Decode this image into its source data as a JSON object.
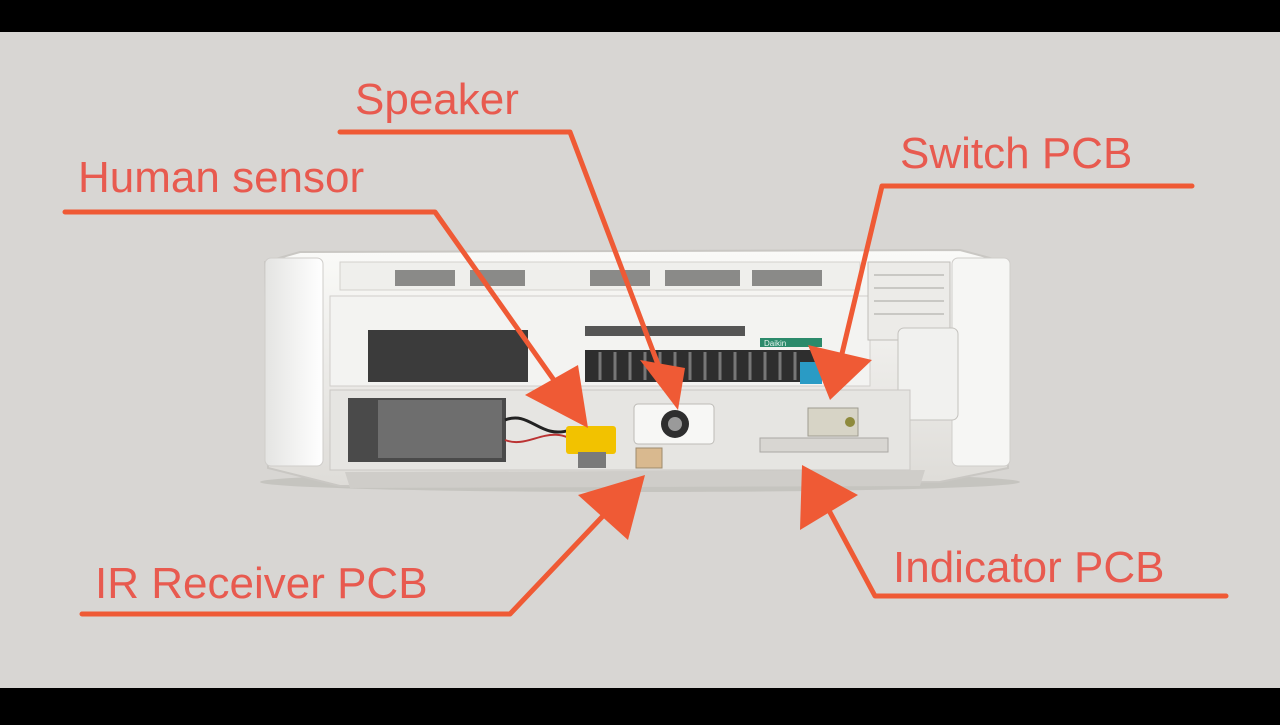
{
  "labels": {
    "speaker": "Speaker",
    "human_sensor": "Human sensor",
    "switch_pcb": "Switch PCB",
    "ir_receiver_pcb": "IR Receiver PCB",
    "indicator_pcb": "Indicator PCB"
  },
  "colors": {
    "frame": "#000000",
    "background": "#d8d6d3",
    "label_text": "#e85a4f",
    "callout": "#ef5a35",
    "unit_body": "#f2f2f0"
  },
  "unit_badge": "Daikin"
}
